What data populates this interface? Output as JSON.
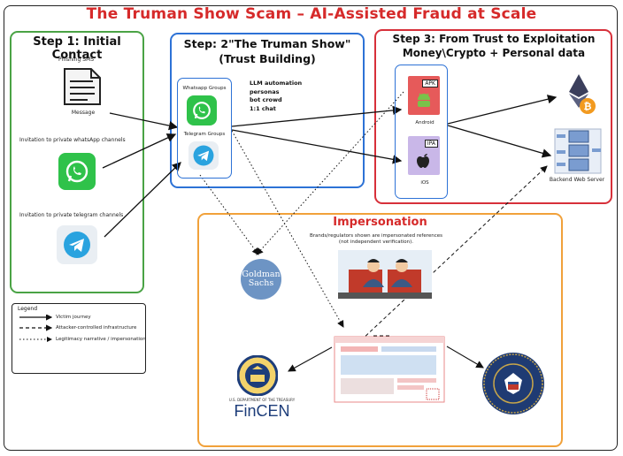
{
  "title": "The Truman Show Scam – AI-Assisted Fraud at Scale",
  "step1": {
    "heading": "Step 1: Initial Contact",
    "sms_label": "Phishing SMS",
    "message_label": "Message",
    "whatsapp_label": "Invitation to private whatsApp channels",
    "telegram_label": "Invitation to private telegram channels"
  },
  "step2": {
    "heading_line1": "Step: 2\"The Truman Show\"",
    "heading_line2": "(Trust Building)",
    "whatsapp_groups": "Whatsapp Groups",
    "telegram_groups": "Telegram Groups",
    "features": [
      "LLM automation",
      "personas",
      "bot crowd",
      "1:1 chat"
    ]
  },
  "step3": {
    "heading_line1": "Step 3: From Trust to Exploitation",
    "heading_line2": "Money\\Crypto + Personal data",
    "apk_tag": "APK",
    "android_label": "Android",
    "ipa_tag": "IPA",
    "ios_label": "iOS",
    "backend_label": "Backend Web Server"
  },
  "impersonation": {
    "heading": "Impersonation",
    "note_line1": "Brands/regulators shown are impersonated references",
    "note_line2": "(not independent verification).",
    "goldman_line1": "Goldman",
    "goldman_line2": "Sachs",
    "fincen_label": "FinCEN",
    "fincen_small": "U.S. DEPARTMENT OF THE TREASURY"
  },
  "legend": {
    "title": "Legend",
    "items": [
      "Victim journey",
      "Attacker-controlled infrastructure",
      "Legitimacy narrative / impersonation"
    ]
  },
  "colors": {
    "title": "#d62a2a",
    "step1": "#4aa345",
    "step2": "#2d72d6",
    "step3": "#d7303a",
    "impersonation": "#f1a13a",
    "whatsapp": "#2fc24a",
    "telegram": "#2aa3df"
  }
}
